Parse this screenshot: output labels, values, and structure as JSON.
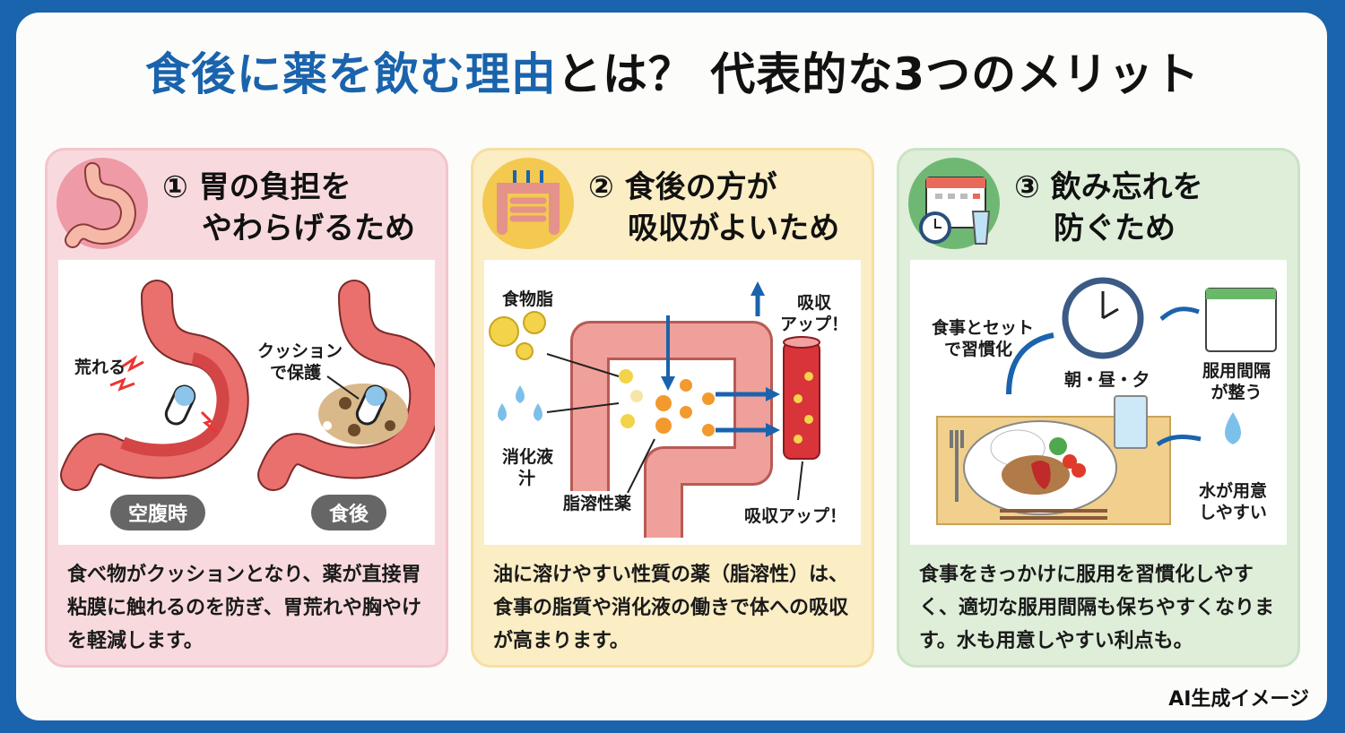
{
  "title": {
    "part_blue": "食後に薬を飲む理由",
    "part_black": "とは？ 代表的な3つのメリット"
  },
  "colors": {
    "frame": "#1a63ad",
    "card1_bg": "#f8dade",
    "card2_bg": "#fbedc4",
    "card3_bg": "#deeed9"
  },
  "cards": [
    {
      "number": "①",
      "heading_line1": "胃の負担を",
      "heading_line2": "やわらげるため",
      "icon": "stomach-icon",
      "labels": {
        "irritated": "荒れる",
        "cushion_line1": "クッション",
        "cushion_line2": "で保護",
        "empty": "空腹時",
        "after_meal": "食後"
      },
      "description": "食べ物がクッションとなり、薬が直接胃粘膜に触れるのを防ぎ、胃荒れや胸やけを軽減します。"
    },
    {
      "number": "②",
      "heading_line1": "食後の方が",
      "heading_line2": "吸収がよいため",
      "icon": "intestine-icon",
      "labels": {
        "food_fat": "食物脂",
        "digestive_line1": "消化液",
        "digestive_line2": "汁",
        "fat_soluble": "脂溶性薬",
        "absorb_up_top_line1": "吸収",
        "absorb_up_top_line2": "アップ！",
        "absorb_up_bottom": "吸収アップ！"
      },
      "description": "油に溶けやすい性質の薬（脂溶性）は、食事の脂質や消化液の働きで体への吸収が高まります。"
    },
    {
      "number": "③",
      "heading_line1": "飲み忘れを",
      "heading_line2": "防ぐため",
      "icon": "calendar-clock-water-icon",
      "labels": {
        "habit_line1": "食事とセット",
        "habit_line2": "で習慣化",
        "times": "朝・昼・夕",
        "interval_line1": "服用間隔",
        "interval_line2": "が整う",
        "water_line1": "水が用意",
        "water_line2": "しやすい"
      },
      "description": "食事をきっかけに服用を習慣化しやすく、適切な服用間隔も保ちやすくなります。水も用意しやすい利点も。"
    }
  ],
  "footer": "AI生成イメージ"
}
